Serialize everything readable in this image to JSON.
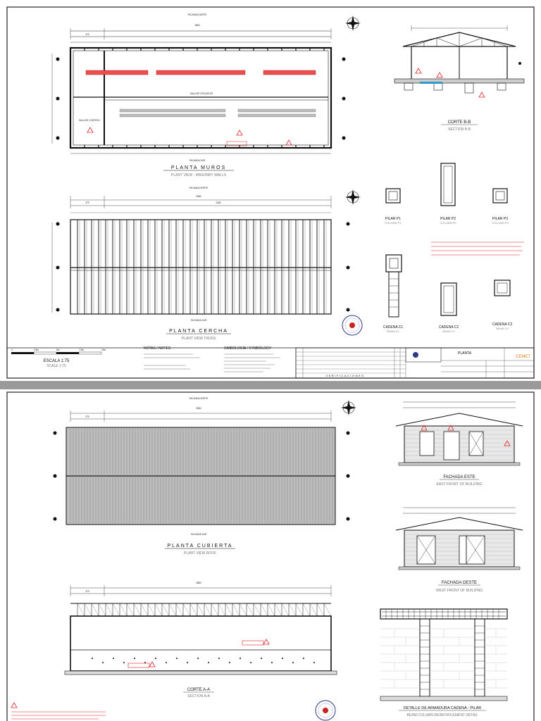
{
  "sheet1": {
    "plan_walls": {
      "title": "PLANTA MUROS",
      "subtitle": "PLANT VIEW - MASONRY WALLS",
      "top_label": "FACHADA NORTE",
      "bottom_label": "FACHADA SUR",
      "overall_dim": "2880",
      "left_dim": "370",
      "sala_control": "SALA DE CONTROL",
      "sala_celdas": "SALA DE CELDAS MT"
    },
    "section_bb": {
      "title": "CORTE B-B",
      "subtitle": "SECTION B-B"
    },
    "plan_truss": {
      "title": "PLANTA CERCHA",
      "subtitle": "PLANT VIEW TRUSS",
      "top_label": "FACHADA NORTE",
      "bottom_label": "FACHADA SUR",
      "overall_dim": "2880",
      "left_dim": "370",
      "right_dim": "2450"
    },
    "pillars": [
      {
        "name": "PILAR P1",
        "sub": "COLUMN P1"
      },
      {
        "name": "PILAR P2",
        "sub": "COLUMN P2"
      },
      {
        "name": "PILAR P3",
        "sub": "COLUMN P3"
      }
    ],
    "cadenas": [
      {
        "name": "CADENA C1",
        "sub": "BEAM C1"
      },
      {
        "name": "CADENA C2",
        "sub": "BEAM C2"
      },
      {
        "name": "CADENA C3",
        "sub": "BEAM C3"
      }
    ],
    "scale": {
      "label": "ESCALA 1:75",
      "sub": "SCALE 1:75",
      "ticks": [
        "0",
        "2.5m",
        "5m",
        "7.5m",
        "10m"
      ]
    },
    "notes_heading": "NOTAS / NOTES",
    "legend_heading": "SIMBOLOGÍA / SYMBOLOGY",
    "verification": "VERIFICACIONES",
    "title_block": {
      "sheet_title": "PLANTA",
      "company": "CEMET"
    }
  },
  "sheet2": {
    "plan_roof": {
      "title": "PLANTA CUBIERTA",
      "subtitle": "PLANT VIEW ROOF",
      "top_label": "FACHADA NORTE",
      "bottom_label": "FACHADA SUR",
      "overall_dim": "2880",
      "left_dim": "370"
    },
    "front_east": {
      "title": "FACHADA ESTE",
      "subtitle": "EAST FRONT OF BUILDING"
    },
    "front_west": {
      "title": "FACHADA OESTE",
      "subtitle": "WEST FRONT OF BUILDING"
    },
    "section_aa": {
      "title": "CORTE A-A",
      "subtitle": "SECTION A-A",
      "overall_dim": "2880",
      "left_dim": "370"
    },
    "detail": {
      "title": "DETALLE DE ARMADURA CADENA - PILAR",
      "subtitle": "BEAM-COLUMN REINFORCEMENT DETAIL"
    }
  },
  "colors": {
    "line": "#1a1a1a",
    "red": "#e02020",
    "hatch_red": "#e85050",
    "gray": "#8a8a8a",
    "roof_fill": "#bdbdbd"
  }
}
